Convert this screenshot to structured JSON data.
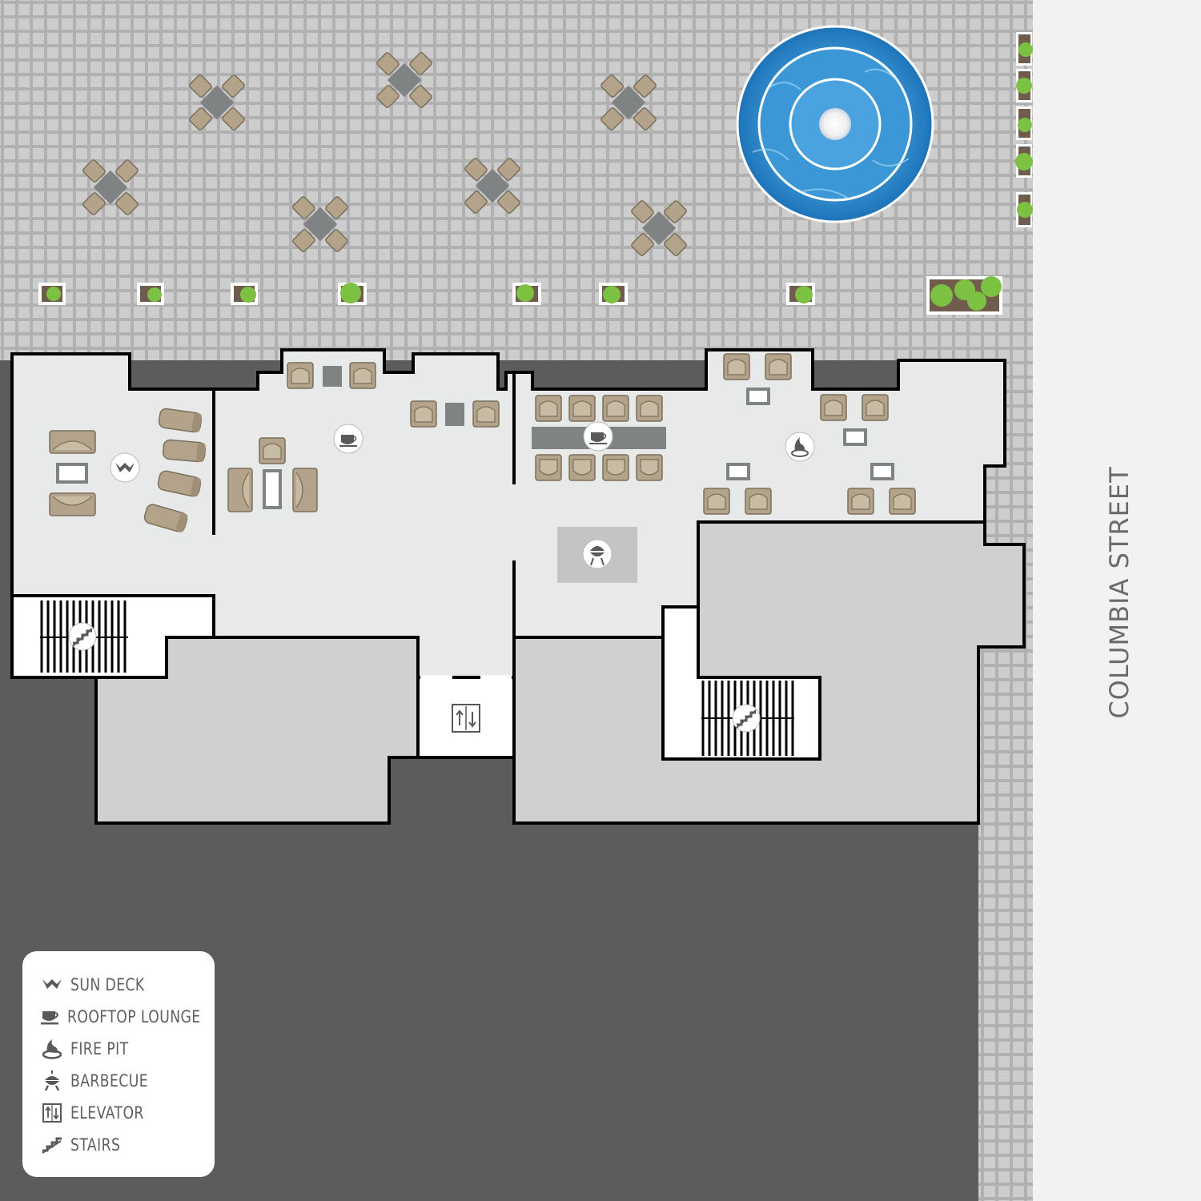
{
  "street": {
    "name": "COLUMBIA STREET"
  },
  "legend": {
    "items": [
      {
        "icon": "sun-deck-icon",
        "label": "SUN DECK"
      },
      {
        "icon": "rooftop-lounge-icon",
        "label": "ROOFTOP LOUNGE"
      },
      {
        "icon": "fire-pit-icon",
        "label": "FIRE PIT"
      },
      {
        "icon": "barbecue-icon",
        "label": "BARBECUE"
      },
      {
        "icon": "elevator-icon",
        "label": "ELEVATOR"
      },
      {
        "icon": "stairs-icon",
        "label": "STAIRS"
      }
    ]
  },
  "colors": {
    "background": "#5b5c5e",
    "plaza": "#b1b1b1",
    "plaza_tile": "#cdcdcd",
    "street": "#f2f2f2",
    "floor": "#e8e9e9",
    "room_block": "#d0d0d1",
    "wall": "#000000",
    "furniture": "#b2a38a",
    "table": "#808384",
    "planter_soil": "#6f5c4c",
    "greenery": "#7cc142",
    "water": "#2f8fd0",
    "icon": "#58595b"
  }
}
